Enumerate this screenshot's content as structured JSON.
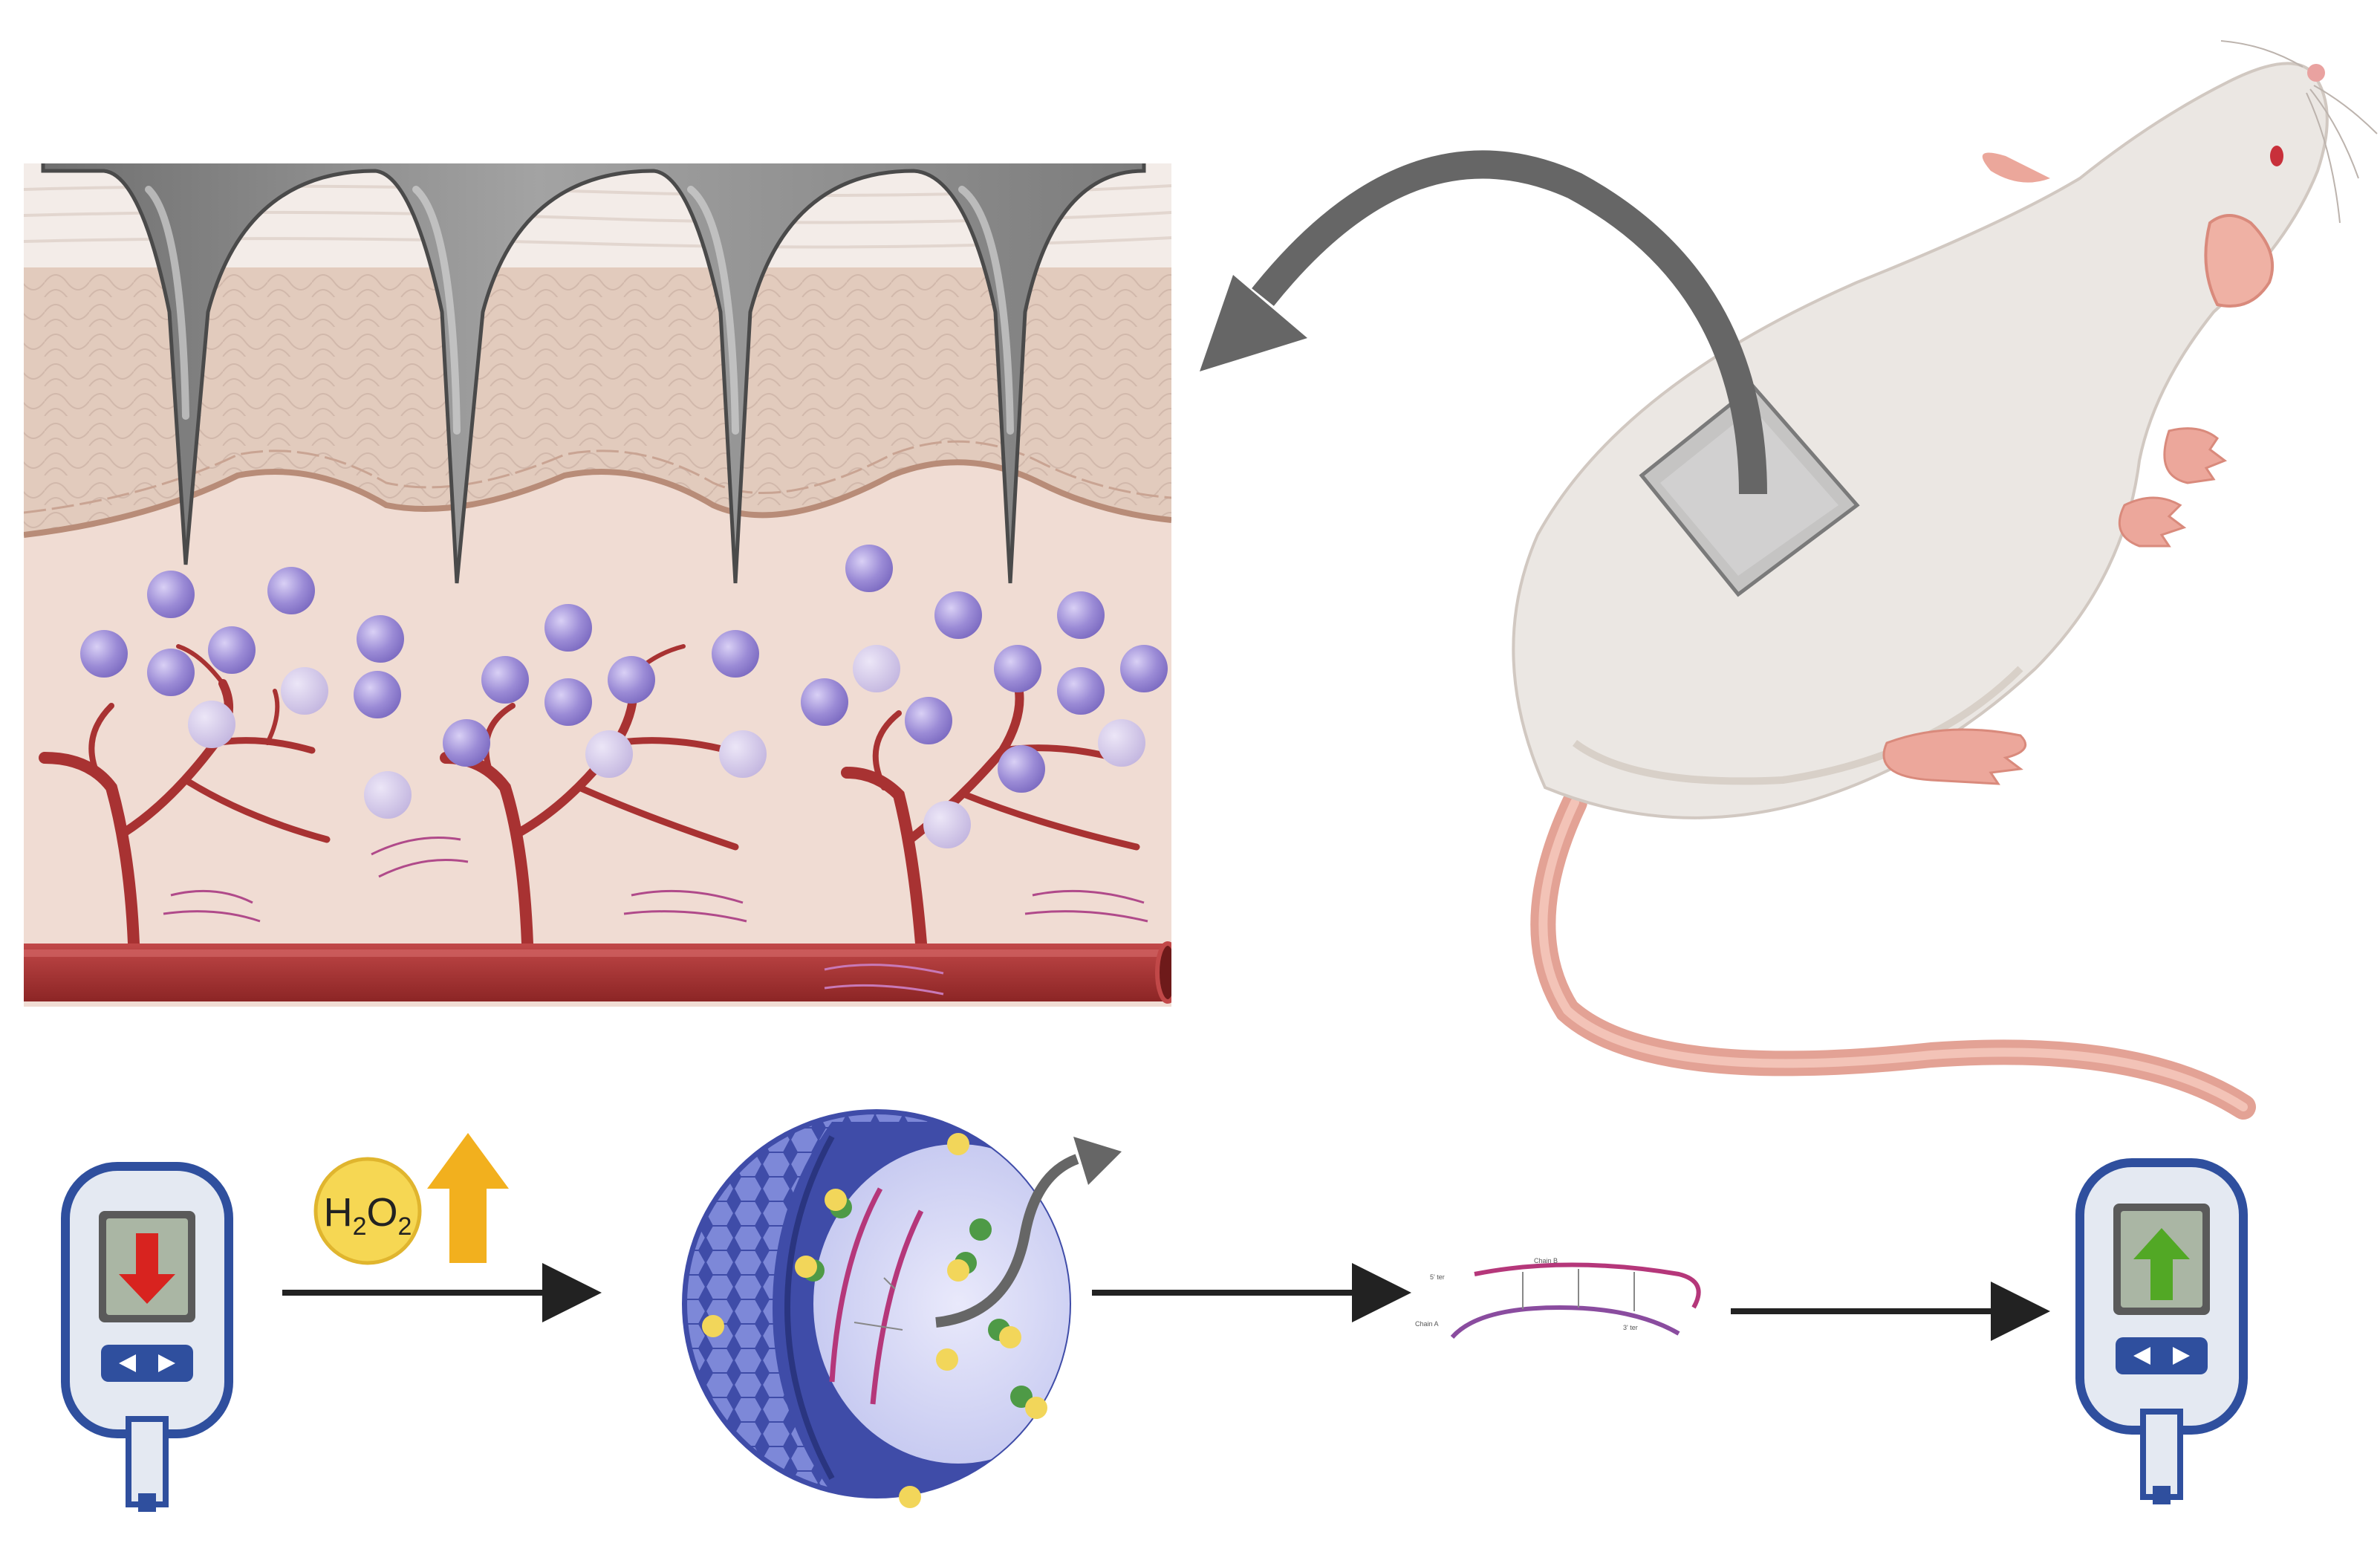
{
  "h2o2_label": {
    "h1": "H",
    "sub1": "2",
    "o": "O",
    "sub2": "2"
  },
  "colors": {
    "microneedle": "#8e8e8e",
    "epidermis": "#e6d2c6",
    "dermis": "#f0dcd3",
    "capillary": "#a83232",
    "nanoparticle": "#9a8ad6",
    "vesicle": "#6b78cf",
    "glucose_particle": "#f2d65a",
    "arrow": "#666666",
    "meter_body": "#e4e9f2",
    "meter_frame": "#2f4f9e",
    "down_arrow": "#d8231f",
    "up_arrow": "#52a825",
    "h2o2_up": "#f2b01e"
  },
  "icons": {
    "microneedle_patch": "microneedle-patch-icon",
    "rat": "rat-icon",
    "meter_low": "glucometer-low-icon",
    "meter_high": "glucometer-high-icon",
    "vesicle": "vesicle-icon",
    "dna": "dna-duplex-icon"
  },
  "dna_labels": {
    "strand_b": "Chain B",
    "strand_a": "Chain A",
    "left_top": "5' ter",
    "right_bottom": "3' ter"
  }
}
